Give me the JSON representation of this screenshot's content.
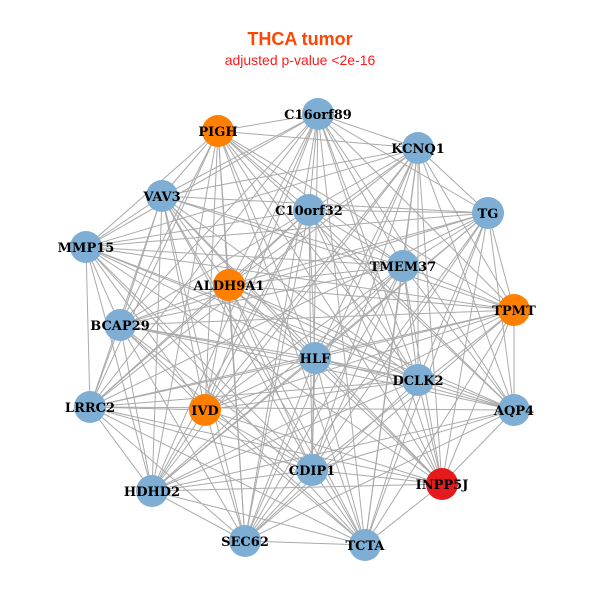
{
  "title": "THCA tumor",
  "subtitle": "adjusted p-value <2e-16",
  "colors": {
    "blue": "#7eaed3",
    "orange": "#ff7f00",
    "red": "#e41a1c",
    "edge": "#aaaaaa"
  },
  "nodes": [
    {
      "label": "C16orf89",
      "color": "blue"
    },
    {
      "label": "PIGH",
      "color": "orange"
    },
    {
      "label": "KCNQ1",
      "color": "blue"
    },
    {
      "label": "VAV3",
      "color": "blue"
    },
    {
      "label": "C10orf32",
      "color": "blue"
    },
    {
      "label": "TG",
      "color": "blue"
    },
    {
      "label": "MMP15",
      "color": "blue"
    },
    {
      "label": "TMEM37",
      "color": "blue"
    },
    {
      "label": "ALDH9A1",
      "color": "orange"
    },
    {
      "label": "TPMT",
      "color": "orange"
    },
    {
      "label": "BCAP29",
      "color": "blue"
    },
    {
      "label": "HLF",
      "color": "blue"
    },
    {
      "label": "DCLK2",
      "color": "blue"
    },
    {
      "label": "LRRC2",
      "color": "blue"
    },
    {
      "label": "IVD",
      "color": "orange"
    },
    {
      "label": "AQP4",
      "color": "blue"
    },
    {
      "label": "CDIP1",
      "color": "blue"
    },
    {
      "label": "INPP5J",
      "color": "red"
    },
    {
      "label": "HDHD2",
      "color": "blue"
    },
    {
      "label": "SEC62",
      "color": "blue"
    },
    {
      "label": "TCTA",
      "color": "blue"
    }
  ]
}
